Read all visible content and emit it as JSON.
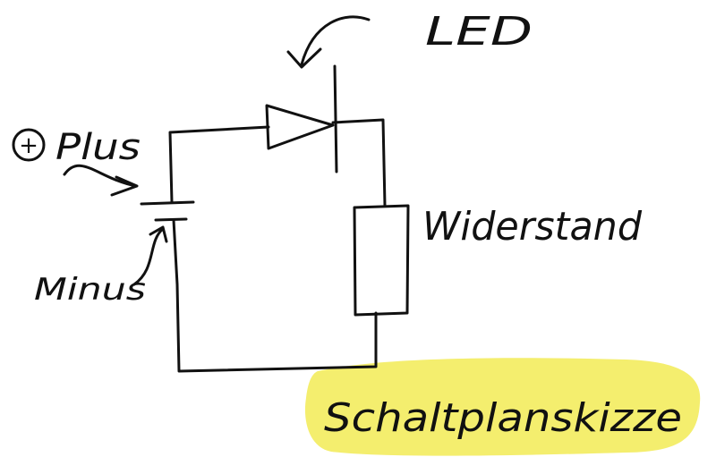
{
  "diagram": {
    "title": "Schaltplanskizze",
    "labels": {
      "led": "LED",
      "plus": "Plus",
      "plus_symbol": "+",
      "minus": "Minus",
      "resistor": "Widerstand"
    },
    "colors": {
      "ink": "#111111",
      "highlight": "#f4ee6e"
    }
  }
}
